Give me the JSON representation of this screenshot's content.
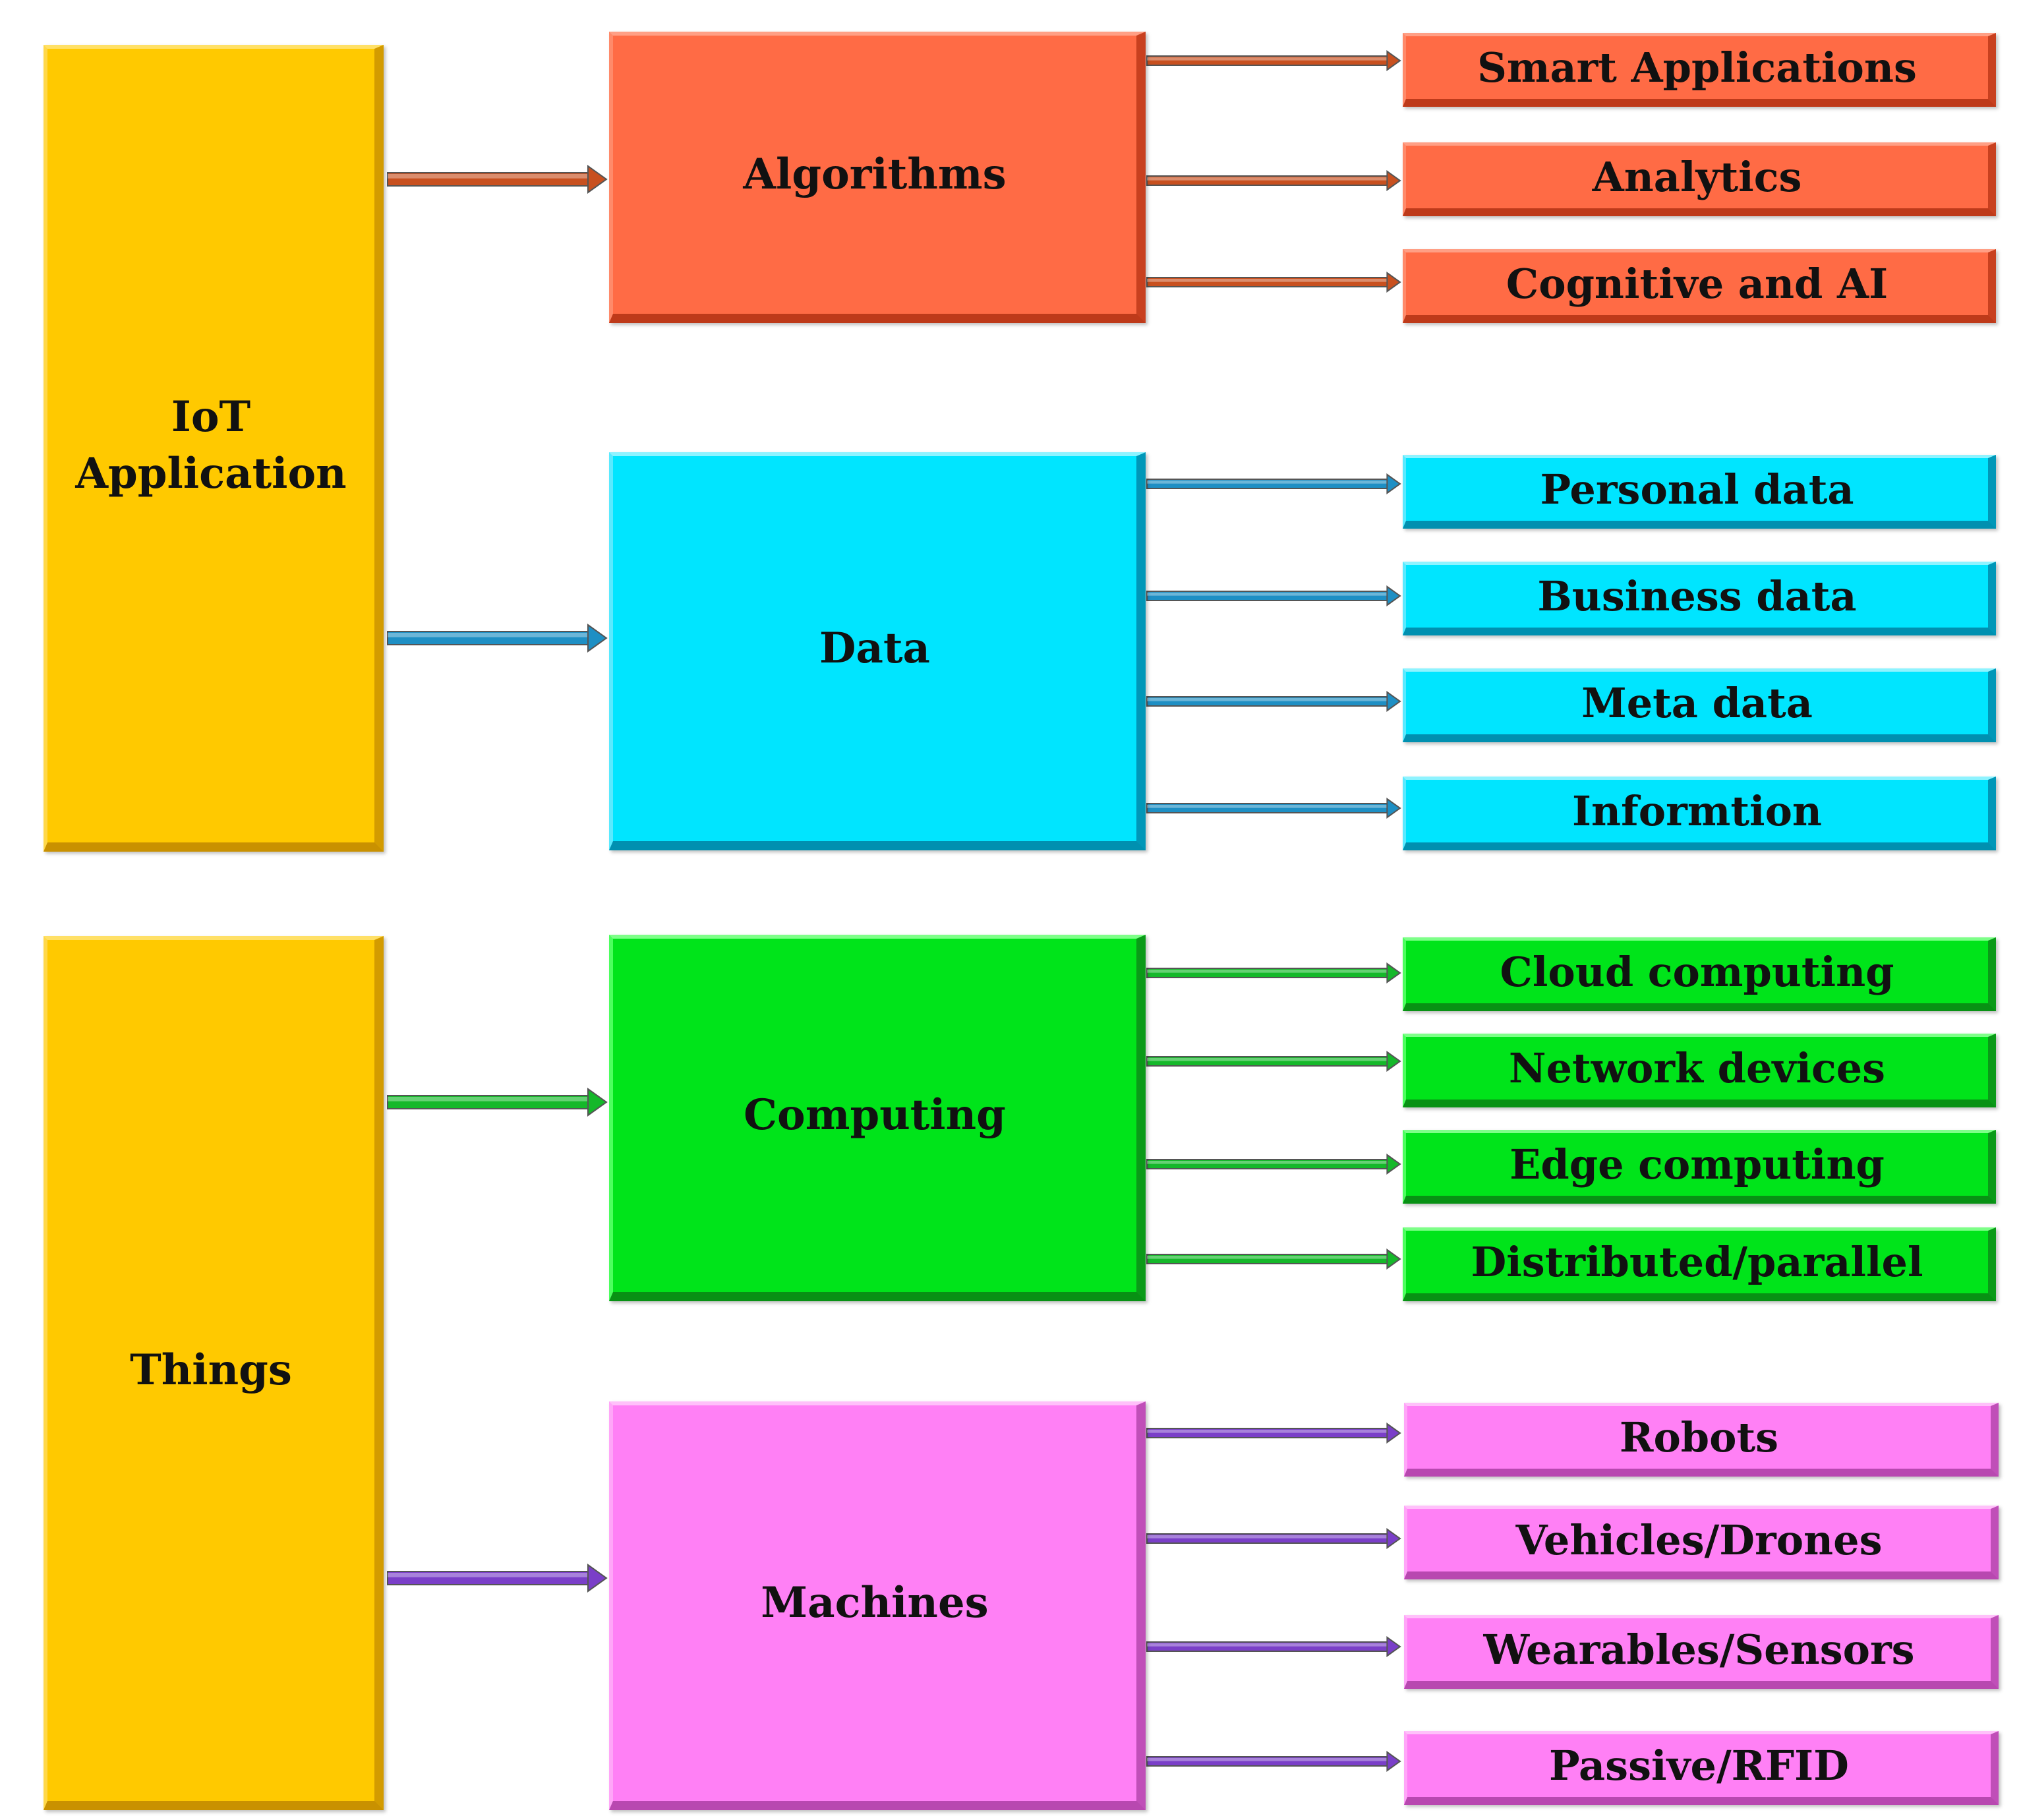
{
  "roots": [
    {
      "id": "iot",
      "lines": [
        "IoT",
        "Application"
      ]
    },
    {
      "id": "things",
      "lines": [
        "Things"
      ]
    }
  ],
  "categories": [
    {
      "id": "algorithms",
      "label": "Algorithms",
      "color": "#ff6b45",
      "arrow": "#c8501f",
      "items": [
        "Smart Applications",
        "Analytics",
        "Cognitive and AI"
      ]
    },
    {
      "id": "data",
      "label": "Data",
      "color": "#00e5ff",
      "arrow": "#1e8fc4",
      "items": [
        "Personal data",
        "Business data",
        "Meta data",
        "Informtion"
      ]
    },
    {
      "id": "computing",
      "label": "Computing",
      "color": "#00e41a",
      "arrow": "#15b82a",
      "items": [
        "Cloud computing",
        "Network devices",
        "Edge computing",
        "Distributed/parallel"
      ]
    },
    {
      "id": "machines",
      "label": "Machines",
      "color": "#ff80f5",
      "arrow": "#7a3fc8",
      "items": [
        "Robots",
        "Vehicles/Drones",
        "Wearables/Sensors",
        "Passive/RFID"
      ]
    }
  ]
}
